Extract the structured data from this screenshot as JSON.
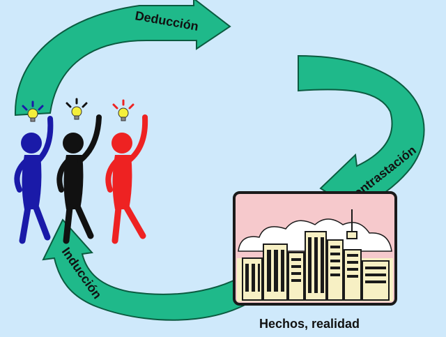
{
  "labels": {
    "deduccion": "Deducción",
    "contrastacion": "Contrastación",
    "induccion": "Inducción",
    "hechos": "Hechos, realidad"
  },
  "colors": {
    "background": "#cfe9fb",
    "arrow_fill": "#1fb98a",
    "arrow_stroke": "#0b5b40",
    "figure_blue": "#1a1aa8",
    "figure_black": "#111111",
    "figure_red": "#ee2222",
    "bulb": "#f4ef3a",
    "city_sky": "#f6c9cc",
    "city_frame": "#1a1a1a",
    "building_fill": "#f7f0c4"
  },
  "icons": {
    "thinkers": "people-with-lightbulbs-icon",
    "city": "city-skyline-icon"
  }
}
